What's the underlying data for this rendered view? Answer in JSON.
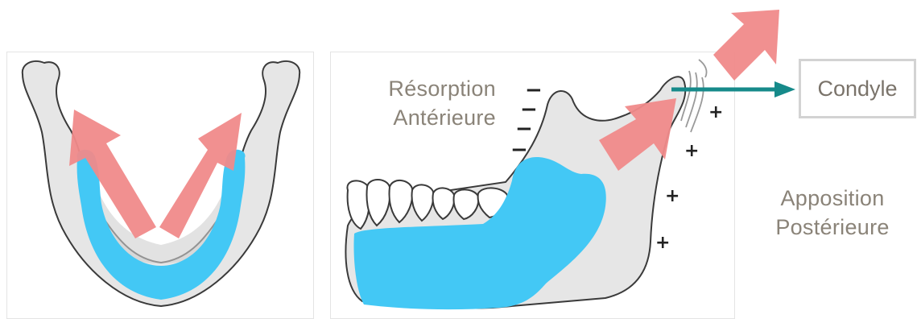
{
  "labels": {
    "resorption_line1": "Résorption",
    "resorption_line2": "Antérieure",
    "apposition_line1": "Apposition",
    "apposition_line2": "Postérieure",
    "condyle": "Condyle"
  },
  "signs": {
    "minus": "−",
    "plus": "+"
  },
  "colors": {
    "bone": "#e6e6e6",
    "bone_outline": "#3a3a3a",
    "growth_area": "#43c8f5",
    "arrow": "#f08a8a",
    "pointer": "#168a8a",
    "text": "#8a8378"
  }
}
